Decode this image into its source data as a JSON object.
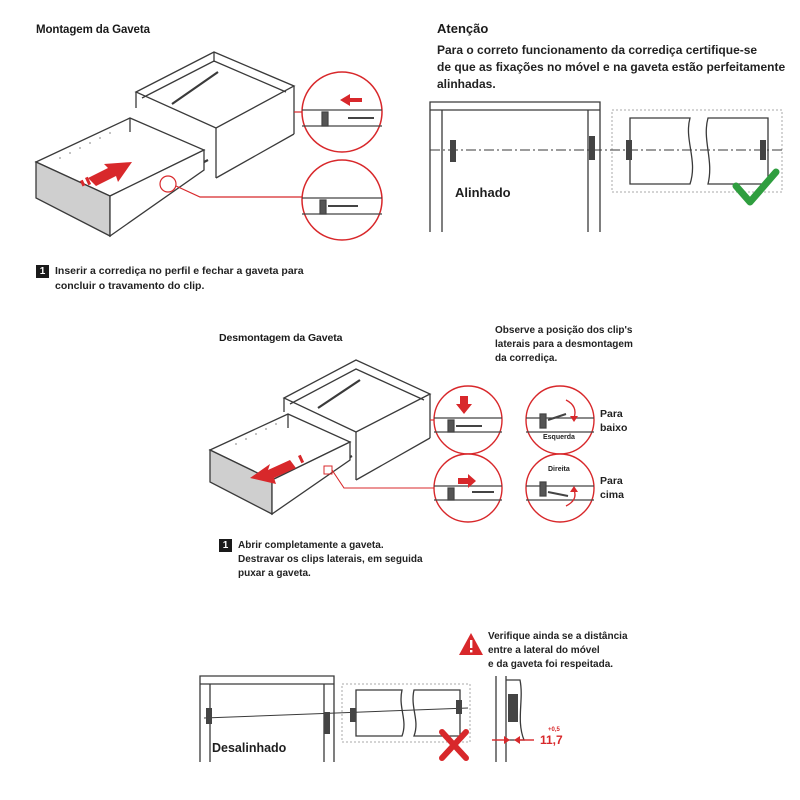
{
  "montagem": {
    "title": "Montagem da Gaveta",
    "step_number": "1",
    "step_text_line1": "Inserir a corrediça no perfil e fechar a gaveta para",
    "step_text_line2": "concluir o travamento do clip."
  },
  "atencao": {
    "title": "Atenção",
    "text_line1": "Para o correto funcionamento da corrediça certifique-se",
    "text_line2": "de que as fixações no móvel e na gaveta estão perfeitamente",
    "text_line3": "alinhadas.",
    "aligned_label": "Alinhado"
  },
  "desmontagem": {
    "title": "Desmontagem da Gaveta",
    "observe_line1": "Observe a posição dos clip's",
    "observe_line2": "laterais para a desmontagem",
    "observe_line3": "da corrediça.",
    "label_para_baixo_1": "Para",
    "label_para_baixo_2": "baixo",
    "label_para_cima_1": "Para",
    "label_para_cima_2": "cima",
    "label_esquerda": "Esquerda",
    "label_direita": "Direita",
    "step_number": "1",
    "step_line1": "Abrir completamente a gaveta.",
    "step_line2": "Destravar os clips laterais, em seguida",
    "step_line3": "puxar a gaveta."
  },
  "verifique": {
    "line1": "Verifique ainda se a distância",
    "line2": "entre a lateral do móvel",
    "line3": "e da gaveta foi respeitada.",
    "misaligned_label": "Desalinhado",
    "tolerance": "+0,5",
    "distance": "11,7"
  },
  "colors": {
    "red": "#d8282b",
    "green": "#2f9e3f",
    "line": "#555555"
  }
}
